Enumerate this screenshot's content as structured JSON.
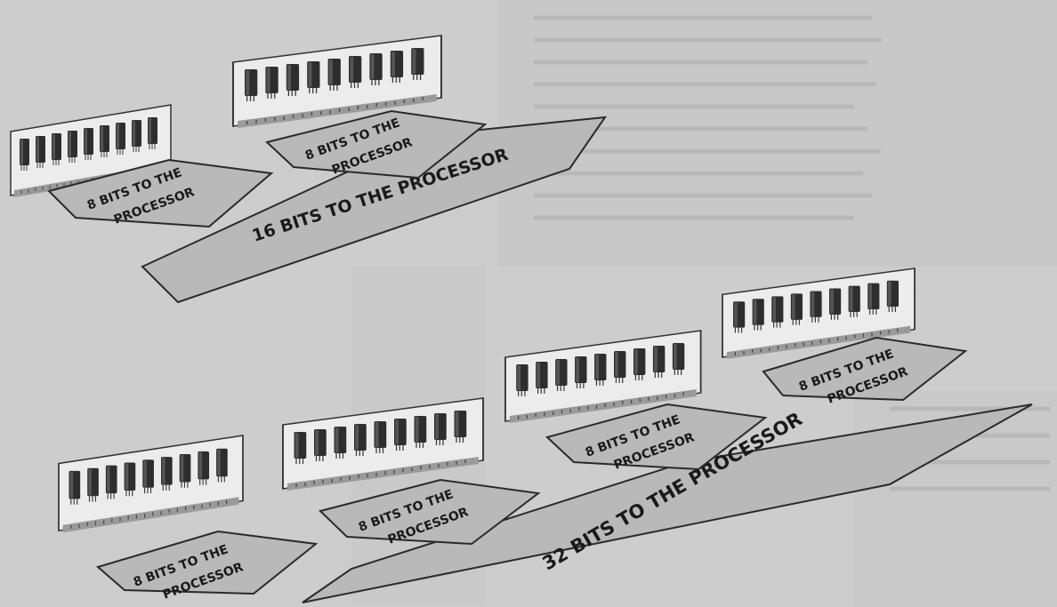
{
  "colors": {
    "page_background": "#cdcdcd",
    "module_board": "#ececec",
    "chip": "#2e2e2e",
    "arrow_fill": "#b9b9b9",
    "arrow_stroke": "#2a2a2a",
    "label": "#1a1a1a"
  },
  "top_group": {
    "module_a": {
      "label_line1": "8 BITS TO THE",
      "label_line2": "PROCESSOR"
    },
    "module_b": {
      "label_line1": "8 BITS TO THE",
      "label_line2": "PROCESSOR"
    },
    "bus_arrow": {
      "label": "16 BITS TO THE PROCESSOR"
    }
  },
  "bottom_group": {
    "module_a": {
      "label_line1": "8 BITS TO THE",
      "label_line2": "PROCESSOR"
    },
    "module_b": {
      "label_line1": "8 BITS TO THE",
      "label_line2": "PROCESSOR"
    },
    "module_c": {
      "label_line1": "8 BITS TO THE",
      "label_line2": "PROCESSOR"
    },
    "module_d": {
      "label_line1": "8 BITS TO THE",
      "label_line2": "PROCESSOR"
    },
    "bus_arrow": {
      "label": "32 BITS TO THE PROCESSOR"
    }
  },
  "icons": {
    "memory_module": "memory-module-icon",
    "arrow": "arrow-icon"
  }
}
